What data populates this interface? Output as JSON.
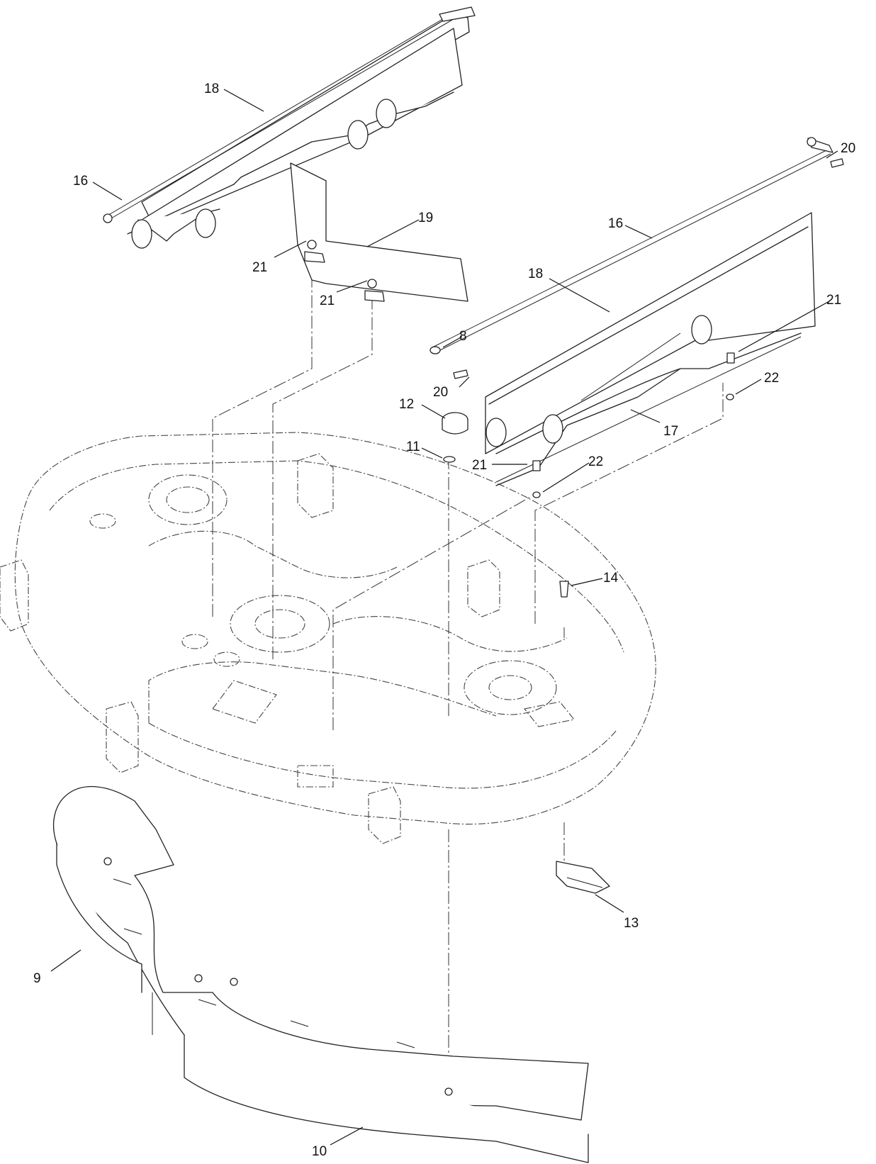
{
  "callouts": [
    {
      "id": "c18a",
      "text": "18"
    },
    {
      "id": "c16a",
      "text": "16"
    },
    {
      "id": "c19",
      "text": "19"
    },
    {
      "id": "c21a",
      "text": "21"
    },
    {
      "id": "c21b",
      "text": "21"
    },
    {
      "id": "c20a",
      "text": "20"
    },
    {
      "id": "c16b",
      "text": "16"
    },
    {
      "id": "c18b",
      "text": "18"
    },
    {
      "id": "c21c",
      "text": "21"
    },
    {
      "id": "c8",
      "text": "8"
    },
    {
      "id": "c20b",
      "text": "20"
    },
    {
      "id": "c22a",
      "text": "22"
    },
    {
      "id": "c12",
      "text": "12"
    },
    {
      "id": "c17",
      "text": "17"
    },
    {
      "id": "c11",
      "text": "11"
    },
    {
      "id": "c21d",
      "text": "21"
    },
    {
      "id": "c22b",
      "text": "22"
    },
    {
      "id": "c14",
      "text": "14"
    },
    {
      "id": "c13",
      "text": "13"
    },
    {
      "id": "c9",
      "text": "9"
    },
    {
      "id": "c10",
      "text": "10"
    }
  ]
}
